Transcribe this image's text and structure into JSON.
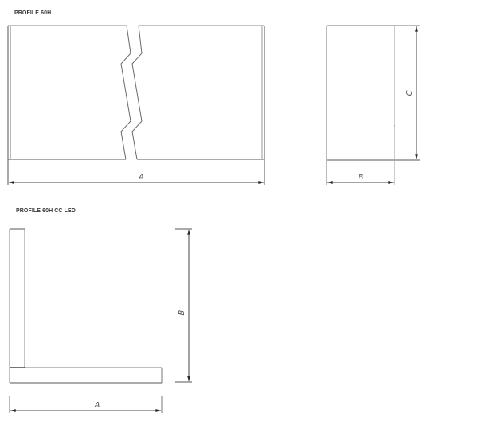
{
  "sections": [
    {
      "title": "PROFILE 60H",
      "views": {
        "front": {
          "dimension_label": "A"
        },
        "side": {
          "width_label": "B",
          "height_label": "C"
        }
      }
    },
    {
      "title": "PROFILE 60H CC LED",
      "views": {
        "l_profile": {
          "width_label": "A",
          "height_label": "B"
        }
      }
    }
  ],
  "colors": {
    "line": "#4a4a4a",
    "line_light": "#9a9a9a",
    "text": "#3a3a3a"
  }
}
